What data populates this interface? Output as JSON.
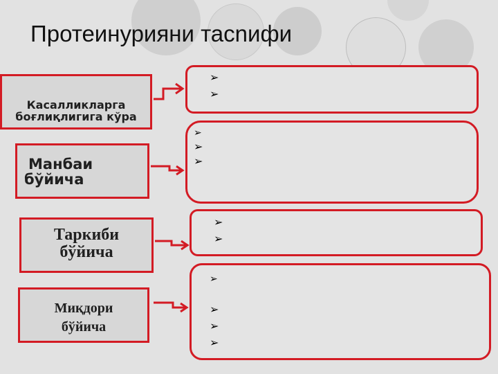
{
  "slide": {
    "title": "Протеинурияни тасnифи",
    "categories": [
      {
        "label_lines": [
          "Касалликларга",
          "боғлиқлигига кўра"
        ],
        "bullet_count": 2
      },
      {
        "label_lines": [
          "Манбаи",
          "бўйича"
        ],
        "bullet_count": 3
      },
      {
        "label_lines": [
          "Таркиби",
          "бўйича"
        ],
        "bullet_count": 2
      },
      {
        "label_lines": [
          "Миқдори",
          "бўйича"
        ],
        "bullet_count": 4
      }
    ],
    "bullet_glyph": "➢",
    "colors": {
      "accent": "#d31b24",
      "background": "#e2e2e2"
    }
  }
}
